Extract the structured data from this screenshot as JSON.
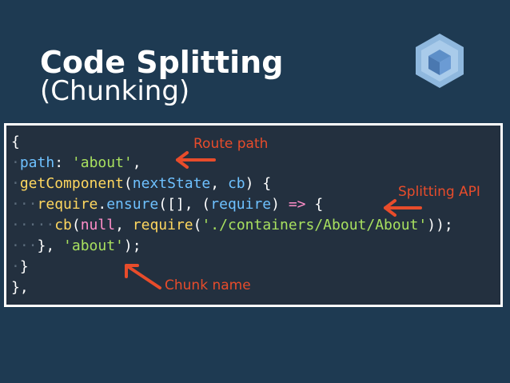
{
  "slide": {
    "title": "Code Splitting",
    "subtitle": "(Chunking)"
  },
  "annotations": {
    "route_path": "Route path",
    "splitting_api": "Splitting API",
    "chunk_name": "Chunk name"
  },
  "code": {
    "line1_open": "{",
    "line2_key": "path",
    "line2_colon": ": ",
    "line2_value": "'about'",
    "line2_comma": ",",
    "line3_fn": "getComponent",
    "line3_args_open": "(",
    "line3_arg1": "nextState",
    "line3_sep": ", ",
    "line3_arg2": "cb",
    "line3_close": ") {",
    "line4_obj": "require",
    "line4_dot": ".",
    "line4_method": "ensure",
    "line4_args": "([], (",
    "line4_param": "require",
    "line4_paren": ") ",
    "line4_arrow": "=>",
    "line4_brace": " {",
    "line5_fn": "cb",
    "line5_open": "(",
    "line5_null": "null",
    "line5_sep": ", ",
    "line5_require": "require",
    "line5_paren": "(",
    "line5_path": "'./containers/About/About'",
    "line5_close": "));",
    "line6_close": "}, ",
    "line6_name": "'about'",
    "line6_end": ");",
    "line7_close": "}",
    "line8_close": "},"
  },
  "colors": {
    "background": "#1e3a52",
    "panel": "#23303f",
    "annotation": "#e84c2b"
  },
  "icons": {
    "logo": "webpack-cube-icon"
  }
}
